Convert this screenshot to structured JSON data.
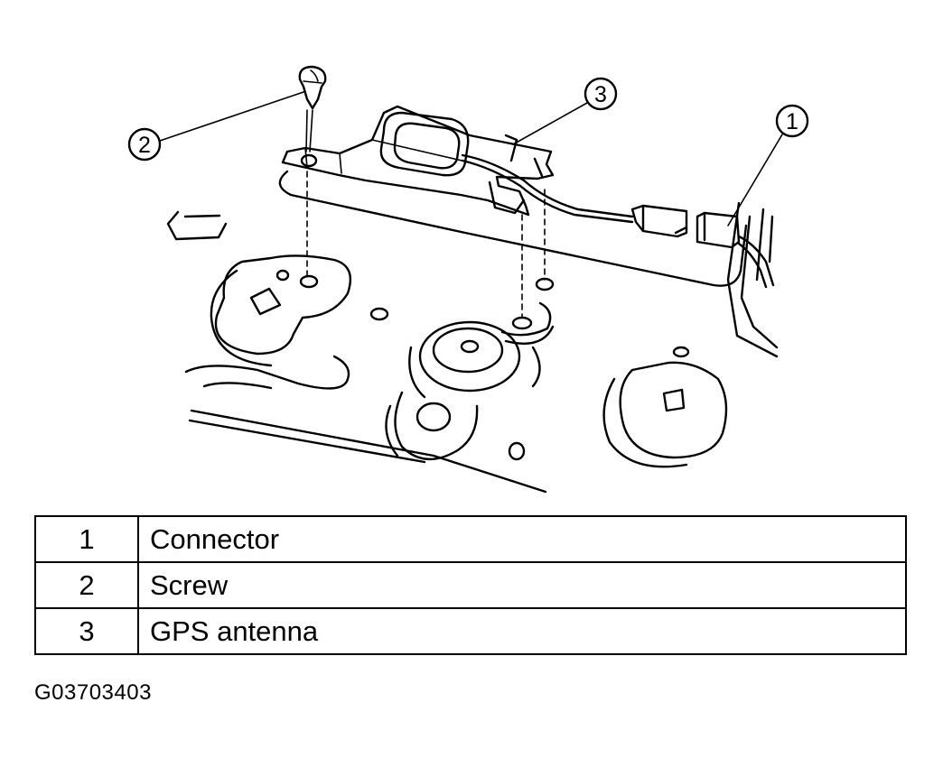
{
  "callouts": {
    "c1": "1",
    "c2": "2",
    "c3": "3"
  },
  "legend": {
    "rows": [
      {
        "number": "1",
        "label": "Connector"
      },
      {
        "number": "2",
        "label": "Screw"
      },
      {
        "number": "3",
        "label": "GPS antenna"
      }
    ]
  },
  "figure_id": "G03703403"
}
